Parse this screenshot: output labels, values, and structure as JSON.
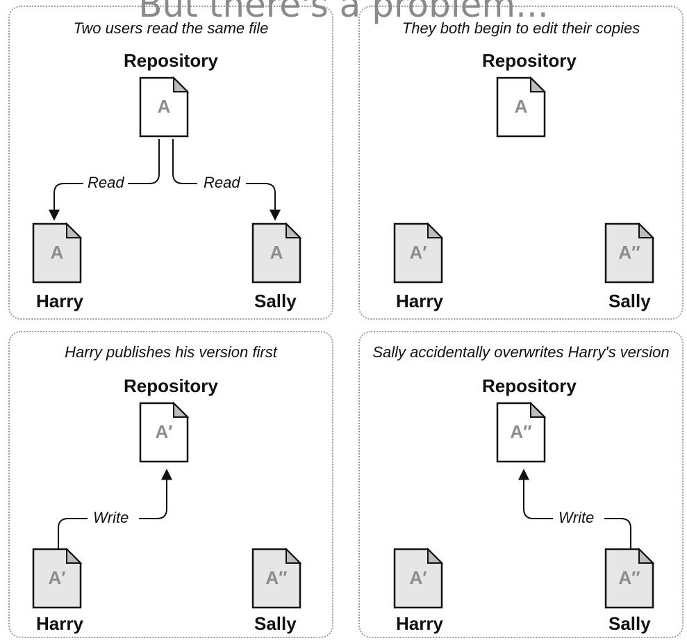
{
  "banner": "But there's a problem...",
  "panels": [
    {
      "caption": "Two users read the same file",
      "repository": {
        "label": "Repository",
        "letter": "A"
      },
      "harry": {
        "label": "Harry",
        "letter": "A"
      },
      "sally": {
        "label": "Sally",
        "letter": "A"
      },
      "arrows": [
        {
          "label": "Read"
        },
        {
          "label": "Read"
        }
      ]
    },
    {
      "caption": "They both begin to edit their copies",
      "repository": {
        "label": "Repository",
        "letter": "A"
      },
      "harry": {
        "label": "Harry",
        "letter": "A′"
      },
      "sally": {
        "label": "Sally",
        "letter": "A″"
      }
    },
    {
      "caption": "Harry publishes his version first",
      "repository": {
        "label": "Repository",
        "letter": "A′"
      },
      "harry": {
        "label": "Harry",
        "letter": "A′"
      },
      "sally": {
        "label": "Sally",
        "letter": "A″"
      },
      "arrows": [
        {
          "label": "Write"
        }
      ]
    },
    {
      "caption": "Sally accidentally overwrites Harry's version",
      "repository": {
        "label": "Repository",
        "letter": "A″"
      },
      "harry": {
        "label": "Harry",
        "letter": "A′"
      },
      "sally": {
        "label": "Sally",
        "letter": "A″"
      },
      "arrows": [
        {
          "label": "Write"
        }
      ]
    }
  ]
}
